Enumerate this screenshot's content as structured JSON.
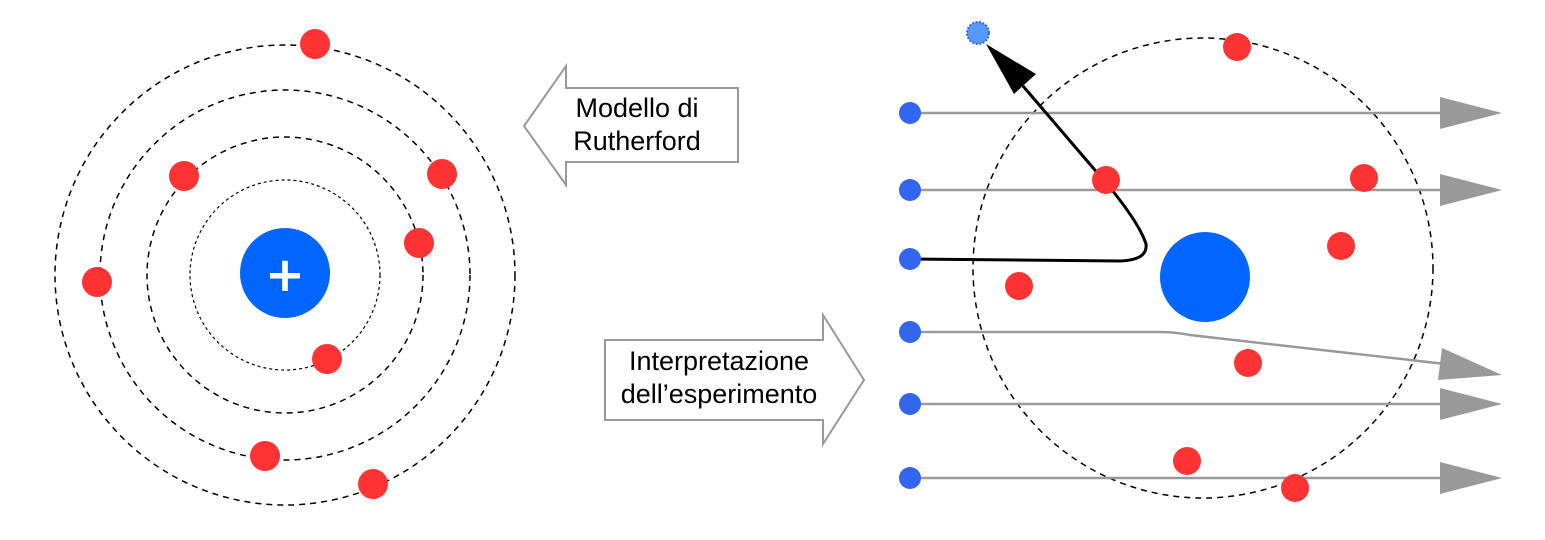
{
  "labels": {
    "rutherford_line1": "Modello di",
    "rutherford_line2": "Rutherford",
    "interpretation_line1": "Interpretazione",
    "interpretation_line2": "dell’esperimento",
    "nucleus_sign": "+"
  },
  "colors": {
    "nucleus": "#0066ff",
    "electron": "#ff3333",
    "alpha_particle": "#3366ee",
    "scattered_particle": "#5599ff",
    "straight_path": "#999999",
    "deflected_path": "#000000",
    "orbit": "#000000",
    "arrow_box_border": "#999999"
  },
  "icons": {
    "plus": "plus-sign-icon"
  }
}
